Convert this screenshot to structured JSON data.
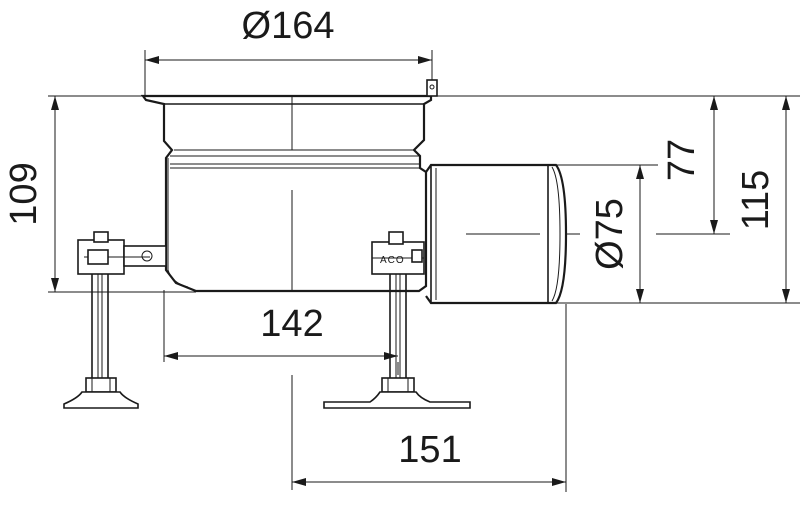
{
  "dimensions": {
    "top_diameter": "Ø164",
    "left_height": "109",
    "bottom_inner_width": "142",
    "bottom_outer_width": "151",
    "outlet_diameter": "Ø75",
    "outlet_height": "77",
    "total_height": "115"
  },
  "labels": {
    "brand": "ACO"
  }
}
